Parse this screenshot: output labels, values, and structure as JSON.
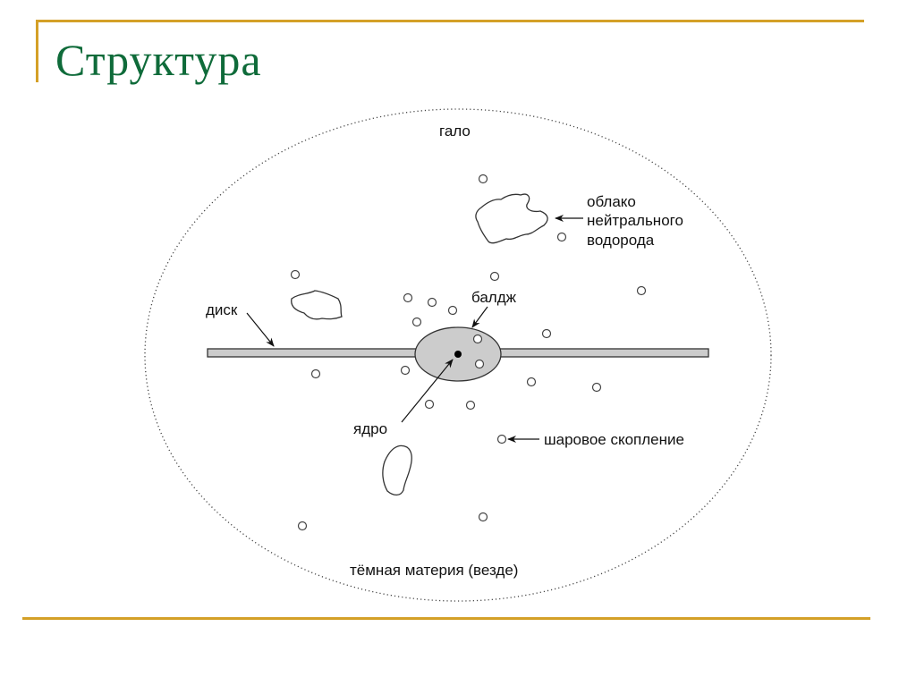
{
  "slide": {
    "title": "Структура",
    "accent_color": "#d4a027",
    "title_color": "#0f6b3a"
  },
  "diagram": {
    "labels": {
      "halo": "гало",
      "hydrogen_cloud_line1": "облако",
      "hydrogen_cloud_line2": "нейтрального",
      "hydrogen_cloud_line3": "водорода",
      "bulge": "балдж",
      "disk": "диск",
      "nucleus": "ядро",
      "globular_cluster": "шаровое скопление",
      "dark_matter": "тёмная материя (везде)"
    },
    "colors": {
      "disk_fill": "#cccccc",
      "stroke": "#333333",
      "halo_dots": "#444444"
    }
  }
}
